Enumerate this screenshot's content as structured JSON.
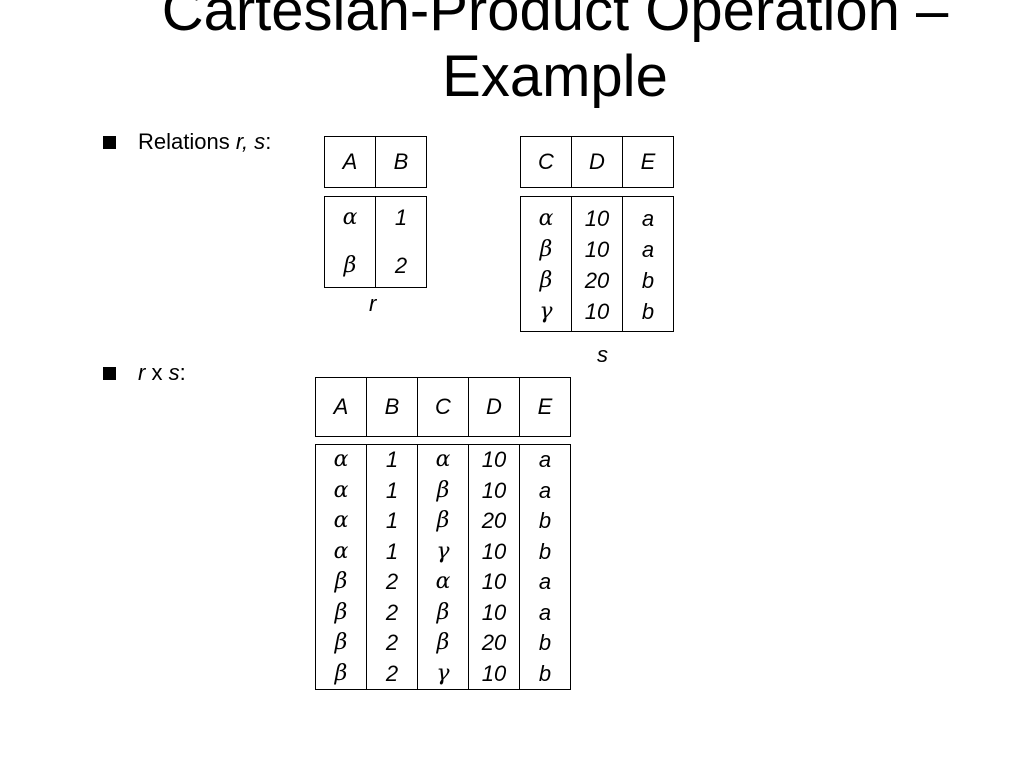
{
  "title_line1": "Cartesian-Product Operation –",
  "title_line2": "Example",
  "bullet1": {
    "prefix": "Relations ",
    "vars": "r, s",
    "suffix": ":"
  },
  "bullet2": {
    "var1": "r",
    "op": " x ",
    "var2": "s",
    "suffix": ":"
  },
  "r": {
    "name": "r",
    "columns": [
      "A",
      "B"
    ],
    "rows": [
      [
        "α",
        "1"
      ],
      [
        "β",
        "2"
      ]
    ]
  },
  "s": {
    "name": "s",
    "columns": [
      "C",
      "D",
      "E"
    ],
    "rows": [
      [
        "α",
        "10",
        "a"
      ],
      [
        "β",
        "10",
        "a"
      ],
      [
        "β",
        "20",
        "b"
      ],
      [
        "γ",
        "10",
        "b"
      ]
    ]
  },
  "rxs": {
    "columns": [
      "A",
      "B",
      "C",
      "D",
      "E"
    ],
    "rows": [
      [
        "α",
        "1",
        "α",
        "10",
        "a"
      ],
      [
        "α",
        "1",
        "β",
        "10",
        "a"
      ],
      [
        "α",
        "1",
        "β",
        "20",
        "b"
      ],
      [
        "α",
        "1",
        "γ",
        "10",
        "b"
      ],
      [
        "β",
        "2",
        "α",
        "10",
        "a"
      ],
      [
        "β",
        "2",
        "β",
        "10",
        "a"
      ],
      [
        "β",
        "2",
        "β",
        "20",
        "b"
      ],
      [
        "β",
        "2",
        "γ",
        "10",
        "b"
      ]
    ]
  }
}
